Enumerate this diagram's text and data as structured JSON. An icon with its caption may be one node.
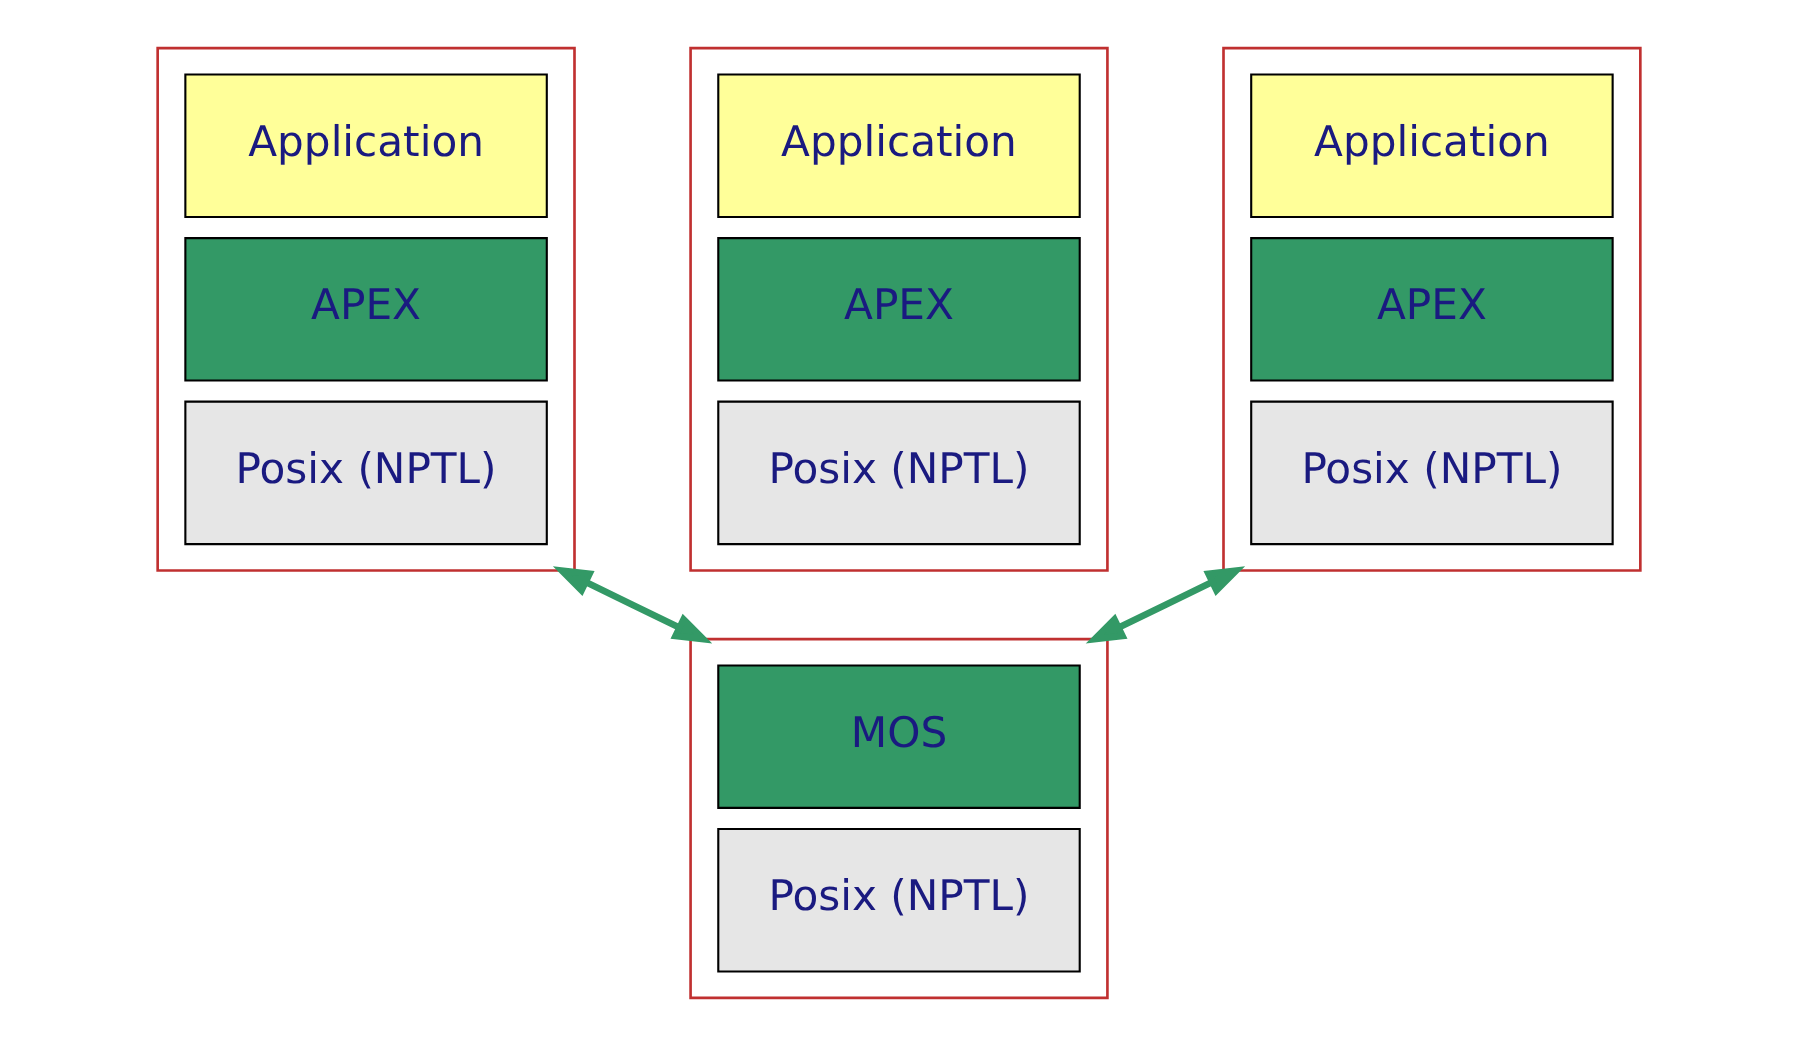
{
  "diagram": {
    "nodes": [
      {
        "text": [],
        "shape": "box"
      },
      {
        "text": [
          "Application"
        ],
        "in": 0
      },
      {
        "text": [
          "APEX"
        ],
        "in": 0
      },
      {
        "text": [
          "Posix (NPTL)"
        ],
        "in": 0
      },
      {
        "text": [],
        "shape": "box"
      },
      {
        "text": [
          "Application"
        ],
        "in": 4
      },
      {
        "text": [
          "APEX"
        ],
        "in": 4
      },
      {
        "text": [
          "Posix (NPTL)"
        ],
        "in": 4
      },
      {
        "text": [],
        "shape": "box"
      },
      {
        "text": [
          "Application"
        ],
        "in": 8
      },
      {
        "text": [
          "APEX"
        ],
        "in": 8
      },
      {
        "text": [
          "Posix (NPTL)"
        ],
        "in": 8
      },
      {
        "text": [],
        "shape": "box"
      },
      {
        "text": [
          "MOS"
        ],
        "in": 12
      },
      {
        "text": [
          "Posix (NPTL)"
        ],
        "in": 12
      }
    ],
    "edges": [
      {
        "from": 0,
        "to": 12,
        "arrow": "both",
        "color": "#339966"
      },
      {
        "from": 8,
        "to": 12,
        "arrow": "both",
        "color": "#339966"
      }
    ]
  }
}
